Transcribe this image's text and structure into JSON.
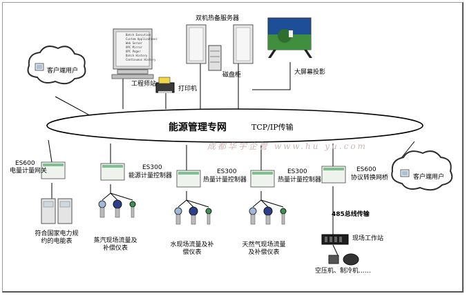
{
  "network": {
    "title": "能源管理专网",
    "protocol": "TCP/IP传输"
  },
  "watermark": "成都华宇企管 www.hu yu.com",
  "top": {
    "server_label": "双机热备服务器",
    "disk_label": "磁盘柜",
    "workstation_label": "工程师站",
    "printer_label": "打印机",
    "big_screen_label": "大屏幕投影",
    "workstation_screen_lines": [
      "Batch Execution",
      "Custom Applications",
      "Web Server",
      "OPC Mirror",
      "OPC Pager",
      "Batch History",
      "Continuous History"
    ]
  },
  "clients": {
    "left": "客户端用户",
    "right": "客户端用户"
  },
  "devices": [
    {
      "model": "ES600",
      "name": "电量计量网关",
      "bottom": "符合国家电力规约的电能表"
    },
    {
      "model": "ES300",
      "name": "能源计量控制器",
      "bottom": "蒸汽现场流量及补偿仪表"
    },
    {
      "model": "ES300",
      "name": "热量计量控制器",
      "bottom": "水现场流量及补偿仪表"
    },
    {
      "model": "ES300",
      "name": "热量计量控制器",
      "bottom": "天然气现场流量及补偿仪表"
    },
    {
      "model": "ES600",
      "name": "协议转换网桥",
      "bottom": ""
    }
  ],
  "bus_label": "485总线传输",
  "field_station": "现场工作站",
  "field_equipment": "空压机、制冷机……",
  "colors": {
    "line": "#000000",
    "cloud": "#2c2c2c",
    "device_green": "#7fbf8f",
    "frame": "#555555"
  }
}
